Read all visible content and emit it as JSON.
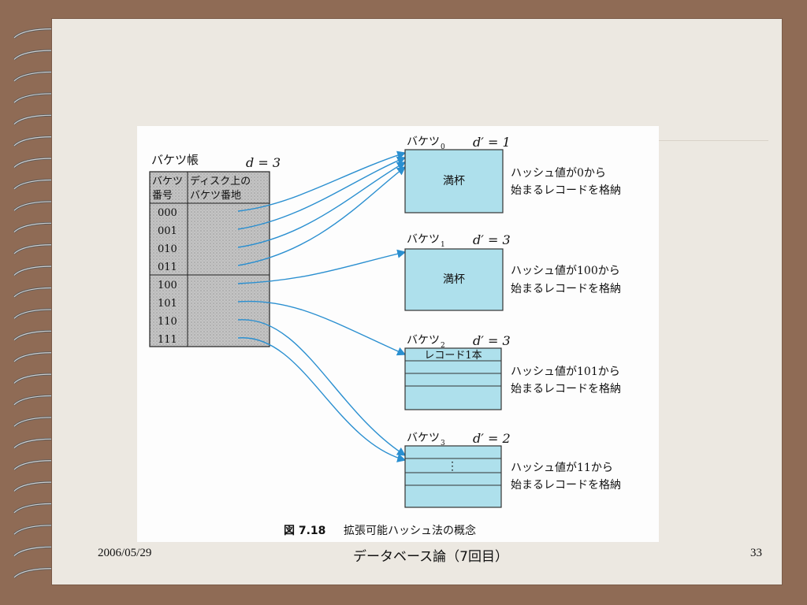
{
  "slide": {
    "date": "2006/05/29",
    "title": "データベース論（7回目）",
    "page_number": "33"
  },
  "directory": {
    "title": "バケツ帳",
    "depth_label": "d = 3",
    "col1_header": [
      "バケツ",
      "番号"
    ],
    "col2_header": [
      "ディスク上の",
      "バケツ番地"
    ],
    "rows": [
      "000",
      "001",
      "010",
      "011",
      "100",
      "101",
      "110",
      "111"
    ]
  },
  "buckets": [
    {
      "name": "バケツ",
      "sub": "0",
      "depth": "d′ = 1",
      "content": "満杯",
      "note": [
        "ハッシュ値が0から",
        "始まるレコードを格納"
      ]
    },
    {
      "name": "バケツ",
      "sub": "1",
      "depth": "d′ = 3",
      "content": "満杯",
      "note": [
        "ハッシュ値が100から",
        "始まるレコードを格納"
      ]
    },
    {
      "name": "バケツ",
      "sub": "2",
      "depth": "d′ = 3",
      "content": "レコード1本",
      "note": [
        "ハッシュ値が101から",
        "始まるレコードを格納"
      ]
    },
    {
      "name": "バケツ",
      "sub": "3",
      "depth": "d′ = 2",
      "content": "⋮",
      "note": [
        "ハッシュ値が11から",
        "始まるレコードを格納"
      ]
    }
  ],
  "caption": {
    "number": "図 7.18",
    "text": "拡張可能ハッシュ法の概念"
  },
  "colors": {
    "bucket_fill": "#aee0ec",
    "arrow": "#2a8fd0",
    "directory_fill": "#bdbdbd",
    "background": "#8f6b55",
    "page": "#ece8e1"
  }
}
